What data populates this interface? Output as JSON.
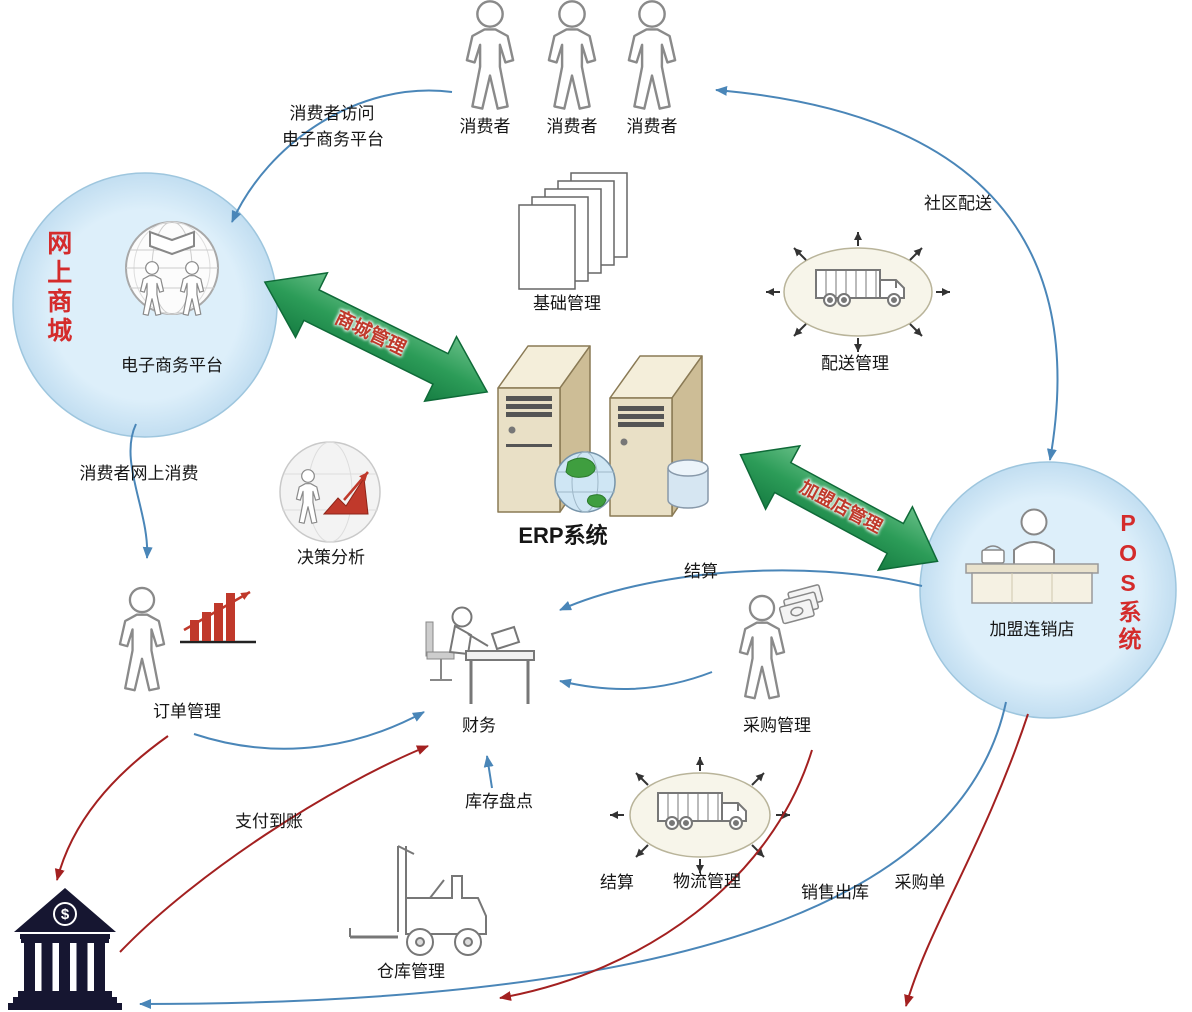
{
  "colors": {
    "circle_fill": "#d9ecf8",
    "circle_stroke": "#9ec6de",
    "green_arrow": "#2c9c58",
    "blue_arrow": "#4a86b8",
    "red_arrow": "#a32020",
    "accent_red": "#d42b2b"
  },
  "labels": {
    "consumer1": "消费者",
    "consumer2": "消费者",
    "consumer3": "消费者",
    "note_line1": "消费者访问",
    "note_line2": "电子商务平台",
    "online_mall": "网上商城",
    "ecommerce_platform": "电子商务平台",
    "mall_mgmt": "商城管理",
    "basic_mgmt": "基础管理",
    "erp": "ERP系统",
    "dist_mgmt": "配送管理",
    "community_delivery": "社区配送",
    "pos_system": "POS系统",
    "franchise_store": "加盟连销店",
    "franchise_mgmt": "加盟店管理",
    "decision_analysis": "决策分析",
    "consumer_online_spending": "消费者网上消费",
    "order_mgmt": "订单管理",
    "finance": "财务",
    "procurement_mgmt": "采购管理",
    "settlement_pos": "结算",
    "inventory_check": "库存盘点",
    "logistics_mgmt": "物流管理",
    "settlement_warehouse": "结算",
    "sales_outbound": "销售出库",
    "purchase_order": "采购单",
    "warehouse_mgmt": "仓库管理",
    "payment_received": "支付到账",
    "dollar": "$"
  }
}
